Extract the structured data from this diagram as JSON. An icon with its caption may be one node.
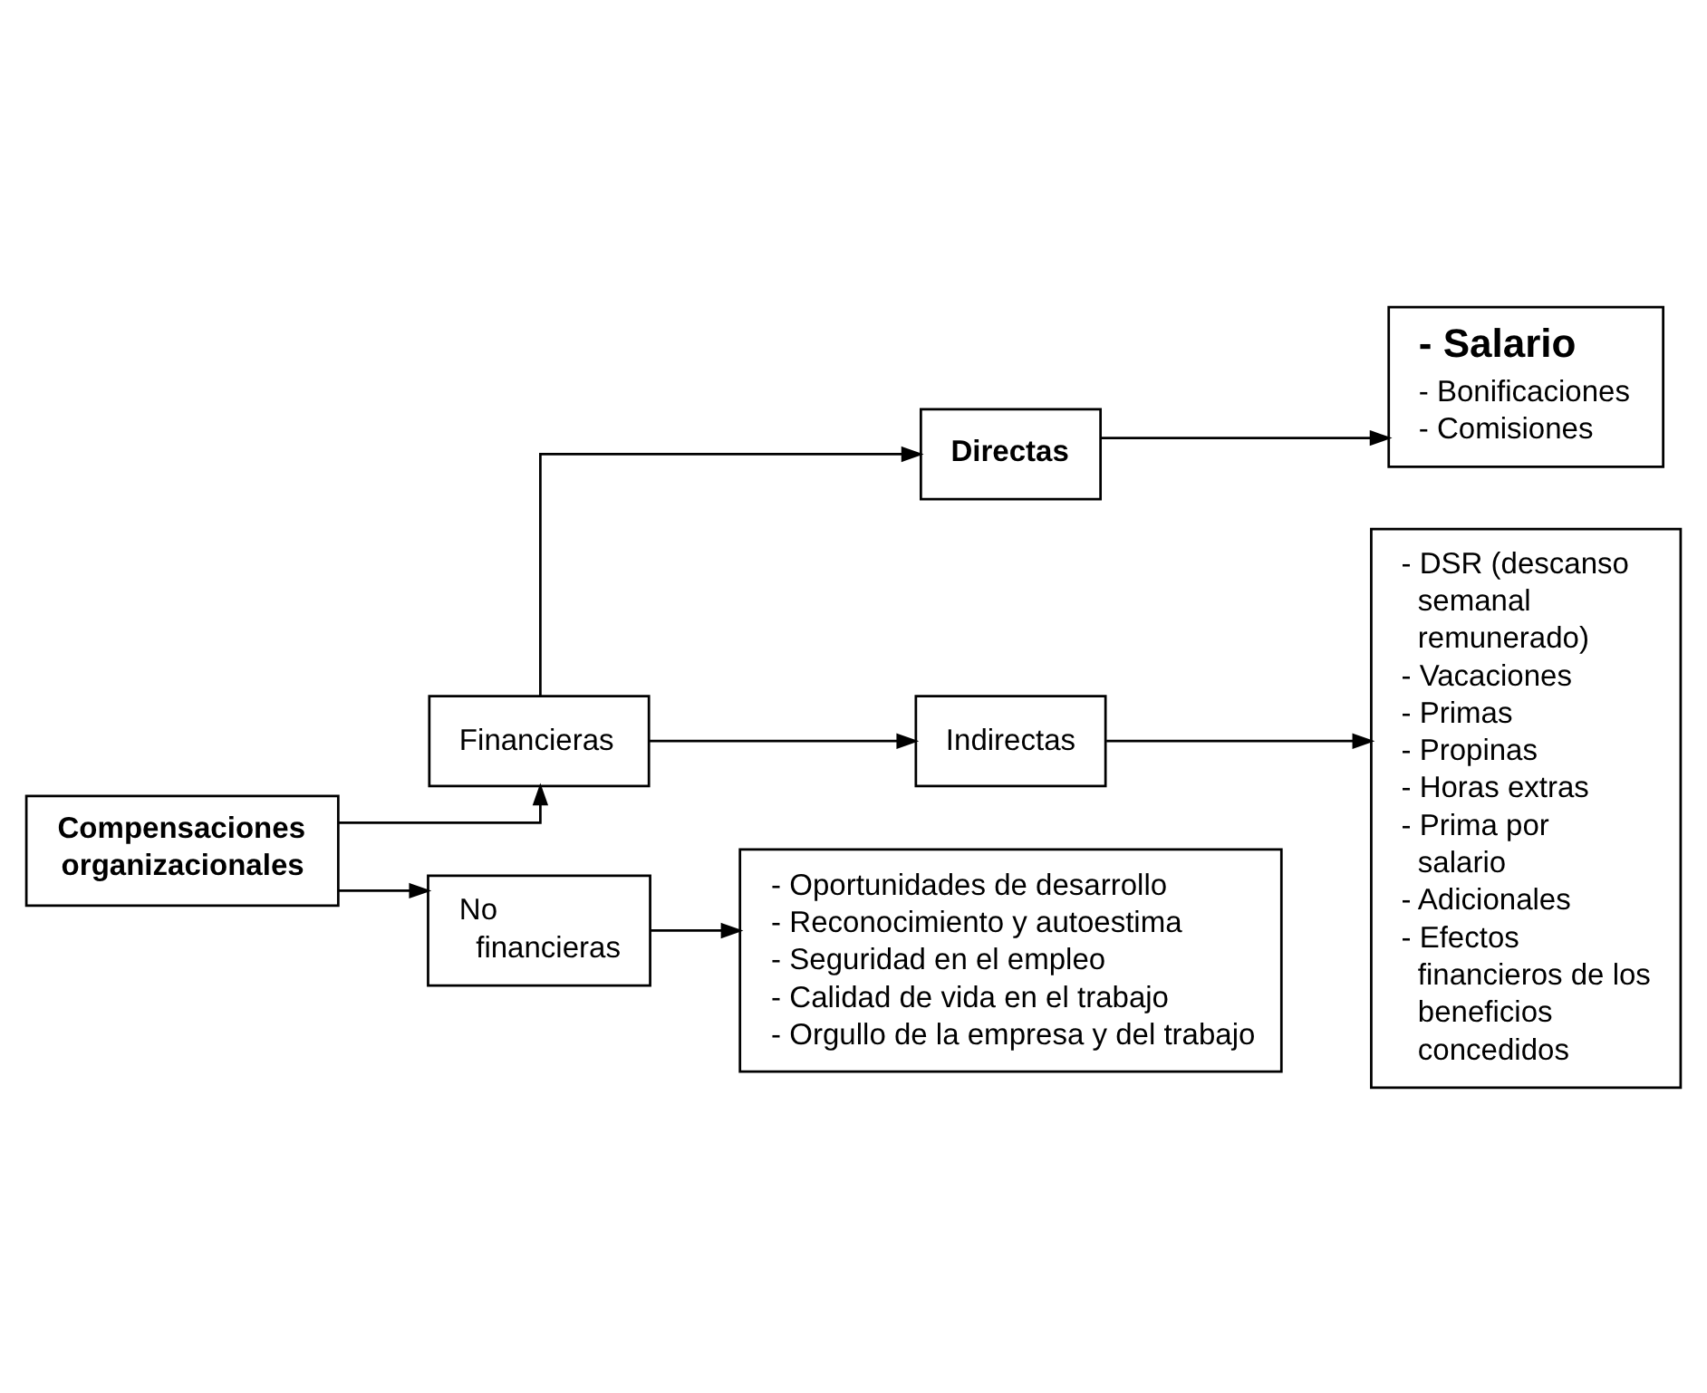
{
  "diagram": {
    "nodes": [
      {
        "text": [
          "Compensaciones organizacionales"
        ]
      },
      {
        "text": [
          "Financieras"
        ]
      },
      {
        "text": [
          "Directas"
        ]
      },
      {
        "text": [
          "- Salario",
          "- Bonificaciones",
          "- Comisiones"
        ]
      },
      {
        "text": [
          "Indirectas"
        ]
      },
      {
        "text": [
          "- DSR (descanso semanal remunerado)",
          "- Vacaciones",
          "- Primas",
          "- Propinas",
          "- Horas extras",
          "- Prima por salario",
          "- Adicionales",
          "- Efectos financieros de los beneficios concedidos"
        ]
      },
      {
        "text": [
          "No financieras"
        ]
      },
      {
        "text": [
          "- Oportunidades de desarrollo",
          "- Reconocimiento y autoestima",
          "- Seguridad en el empleo",
          "- Calidad de vida en el trabajo",
          "- Orgullo de la empresa y del trabajo"
        ]
      }
    ],
    "edges": [
      {
        "from": 0,
        "to": 1,
        "arrow": "to"
      },
      {
        "from": 0,
        "to": 6,
        "arrow": "to"
      },
      {
        "from": 1,
        "to": 2,
        "arrow": "to"
      },
      {
        "from": 1,
        "to": 4,
        "arrow": "to"
      },
      {
        "from": 2,
        "to": 3,
        "arrow": "to"
      },
      {
        "from": 4,
        "to": 5,
        "arrow": "to"
      },
      {
        "from": 6,
        "to": 7,
        "arrow": "to"
      }
    ]
  }
}
